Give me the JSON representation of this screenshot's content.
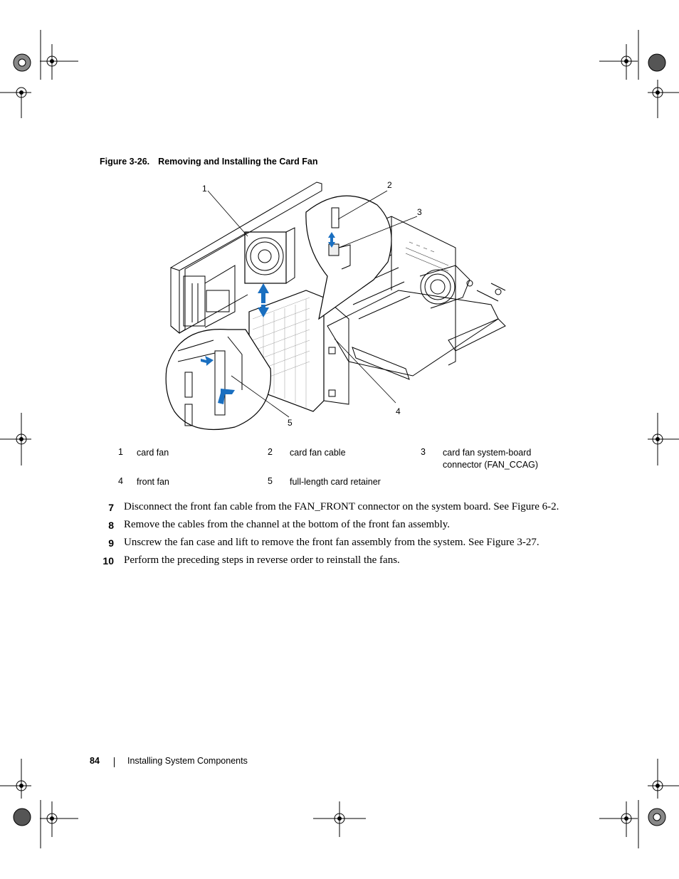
{
  "figure": {
    "caption_number": "Figure 3-26.",
    "caption_title": "Removing and Installing the Card Fan",
    "callouts": [
      "1",
      "2",
      "3",
      "4",
      "5"
    ]
  },
  "legend": [
    {
      "num": "1",
      "label": "card fan"
    },
    {
      "num": "2",
      "label": "card fan cable"
    },
    {
      "num": "3",
      "label": "card fan system-board connector (FAN_CCAG)"
    },
    {
      "num": "4",
      "label": "front fan"
    },
    {
      "num": "5",
      "label": "full-length card retainer"
    }
  ],
  "steps": [
    {
      "num": "7",
      "text": "Disconnect the front fan cable from the FAN_FRONT connector on the system board. See Figure 6-2."
    },
    {
      "num": "8",
      "text": "Remove the cables from the channel at the bottom of the front fan assembly."
    },
    {
      "num": "9",
      "text": "Unscrew the fan case and lift to remove the front fan assembly from the system. See Figure 3-27."
    },
    {
      "num": "10",
      "text": "Perform the preceding steps in reverse order to reinstall the fans."
    }
  ],
  "footer": {
    "page_number": "84",
    "section_title": "Installing System Components"
  },
  "colors": {
    "arrow_blue": "#1a6fc0",
    "line_art": "#000000"
  }
}
